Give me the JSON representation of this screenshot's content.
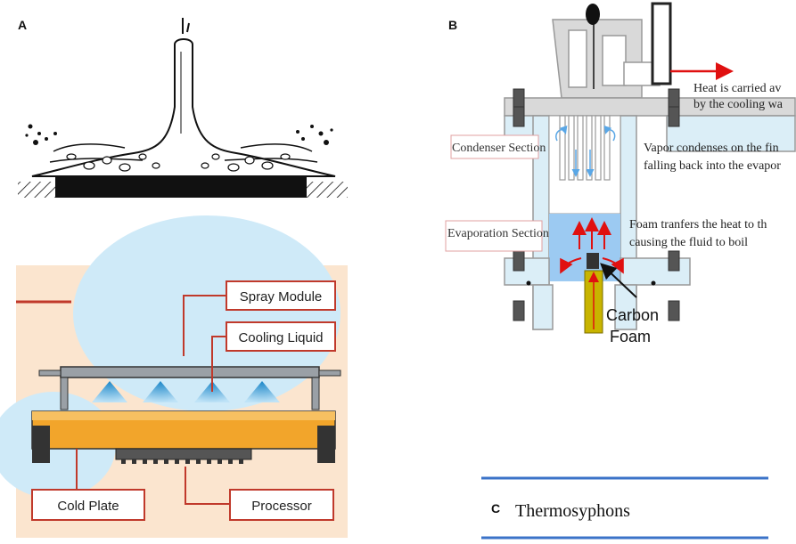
{
  "panels": {
    "a": {
      "label": "A",
      "callouts": {
        "spray_module": "Spray Module",
        "cooling_liquid": "Cooling Liquid",
        "cold_plate": "Cold Plate",
        "processor": "Processor"
      }
    },
    "b": {
      "label": "B",
      "sections": {
        "condenser": "Condenser Section",
        "evaporation": "Evaporation Section"
      },
      "notes": {
        "heat_line1": "Heat is carried av",
        "heat_line2": "by the cooling wa",
        "vapor_line1": "Vapor condenses on the fin",
        "vapor_line2": "falling back into the evapor",
        "foam_line1": "Foam tranfers the heat to th",
        "foam_line2": "causing the fluid to boil"
      },
      "carbon_foam_line1": "Carbon",
      "carbon_foam_line2": "Foam"
    },
    "c": {
      "label": "C",
      "title": "Thermosyphons"
    }
  },
  "colors": {
    "callout_border": "#c0392b",
    "plate_orange": "#f2a52b",
    "spray_blue": "#2a9fd8",
    "water_blue": "#b9dff2",
    "foam_blue": "#9ccaf2",
    "heater_yellow": "#c8b400",
    "arrow_red": "#e01010",
    "rule_blue": "#3b73c8"
  }
}
